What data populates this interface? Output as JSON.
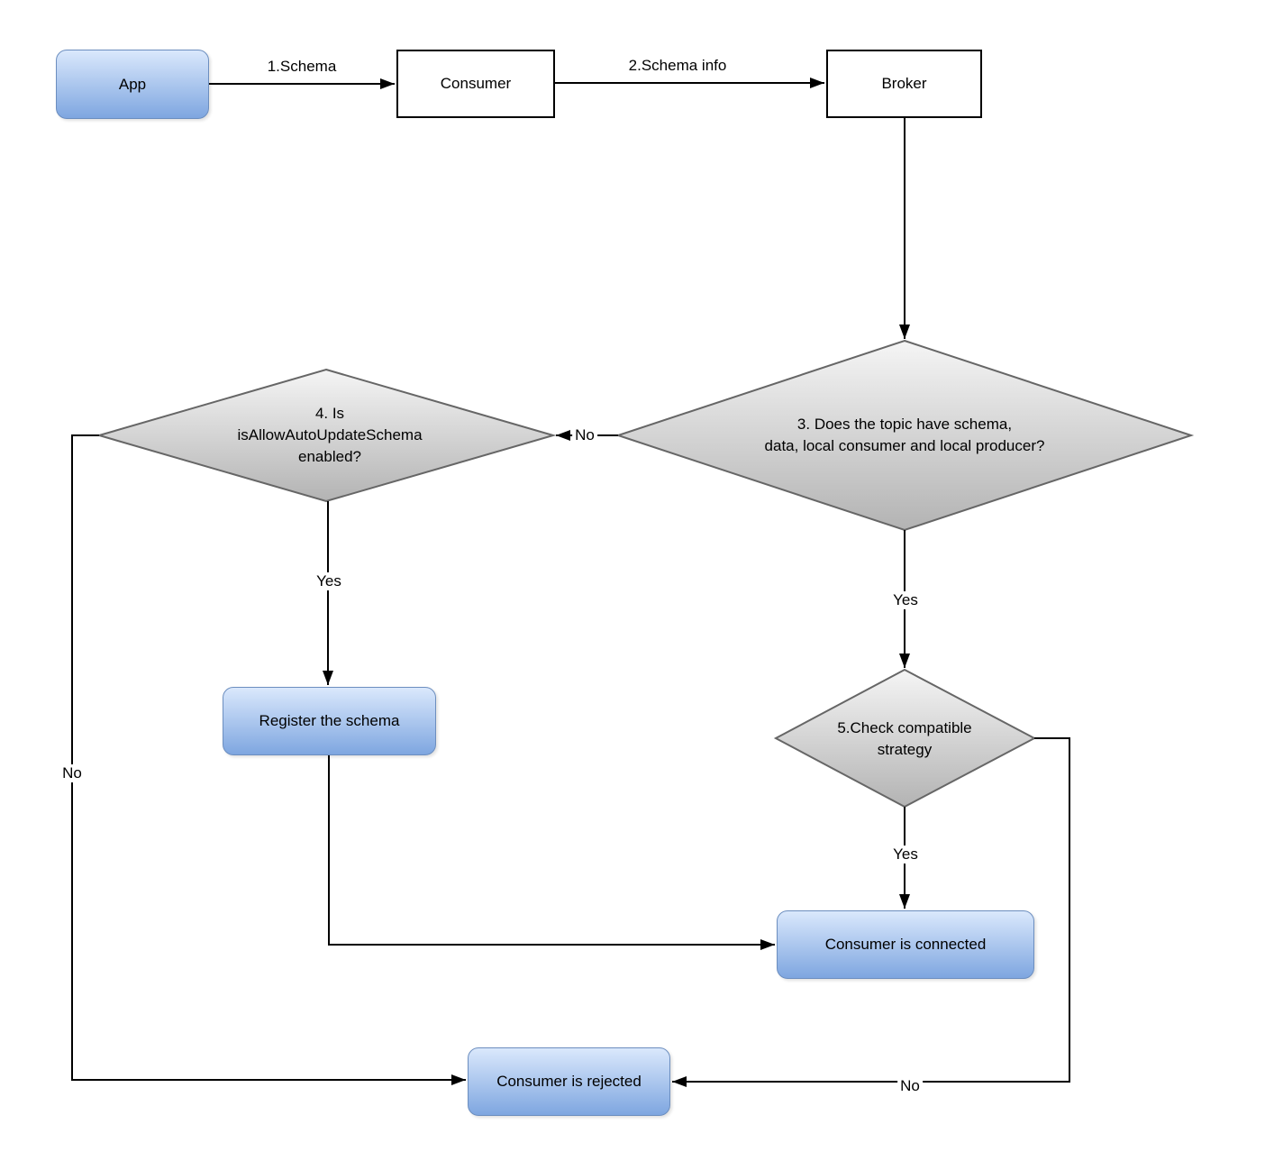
{
  "diagram": {
    "type": "flowchart",
    "nodes": {
      "app": {
        "label": "App",
        "shape": "rounded-rect",
        "fill": "blue-gradient"
      },
      "consumer": {
        "label": "Consumer",
        "shape": "rect",
        "fill": "white"
      },
      "broker": {
        "label": "Broker",
        "shape": "rect",
        "fill": "white"
      },
      "decision_topic": {
        "label": "3. Does the topic have schema,\ndata, local consumer and local producer?",
        "shape": "diamond",
        "fill": "gray-gradient"
      },
      "decision_auto_update": {
        "label": "4. Is\nisAllowAutoUpdateSchema\nenabled?",
        "shape": "diamond",
        "fill": "gray-gradient"
      },
      "decision_compatible": {
        "label": "5.Check compatible\nstrategy",
        "shape": "diamond",
        "fill": "gray-gradient"
      },
      "register_schema": {
        "label": "Register the schema",
        "shape": "rounded-rect",
        "fill": "blue-gradient"
      },
      "consumer_connected": {
        "label": "Consumer is connected",
        "shape": "rounded-rect",
        "fill": "blue-gradient"
      },
      "consumer_rejected": {
        "label": "Consumer is rejected",
        "shape": "rounded-rect",
        "fill": "blue-gradient"
      }
    },
    "edge_labels": {
      "app_to_consumer": "1.Schema",
      "consumer_to_broker": "2.Schema info",
      "decision_topic_no": "No",
      "decision_topic_yes": "Yes",
      "decision_auto_update_yes": "Yes",
      "decision_auto_update_no": "No",
      "decision_compatible_yes": "Yes",
      "decision_compatible_no": "No"
    },
    "colors": {
      "process_fill_top": "#dae8fc",
      "process_fill_bottom": "#7ea6e0",
      "process_stroke": "#6c8ebf",
      "decision_fill_top": "#f5f5f5",
      "decision_fill_bottom": "#b3b3b3",
      "decision_stroke": "#666666",
      "actor_fill": "#ffffff",
      "actor_stroke": "#000000",
      "connector": "#000000",
      "background": "#ffffff"
    }
  }
}
